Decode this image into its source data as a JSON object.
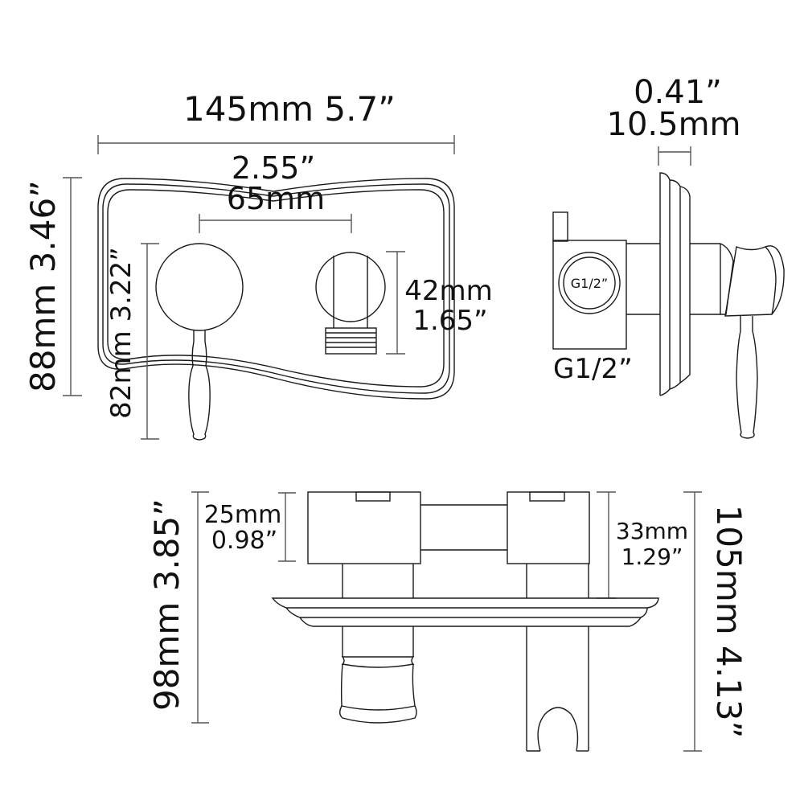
{
  "front_view": {
    "width_label": "145mm 5.7”",
    "height_label": "88mm 3.46”",
    "center_distance_in": "2.55”",
    "center_distance_mm": "65mm",
    "lever_height_label": "82mm 3.22”",
    "outlet_height_mm": "42mm",
    "outlet_height_in": "1.65”"
  },
  "side_view": {
    "plate_thickness_in": "0.41”",
    "plate_thickness_mm": "10.5mm",
    "inlet_circle_label": "G1/2”",
    "inlet_label": "G1/2”"
  },
  "top_view": {
    "body_depth_label": "98mm 3.85”",
    "valve_block_mm": "25mm",
    "valve_block_in": "0.98”",
    "outlet_block_mm": "33mm",
    "outlet_block_in": "1.29”",
    "total_depth_label": "105mm 4.13”"
  },
  "colors": {
    "line": "#1a1a1a",
    "dimension": "#555555",
    "background": "#ffffff"
  }
}
